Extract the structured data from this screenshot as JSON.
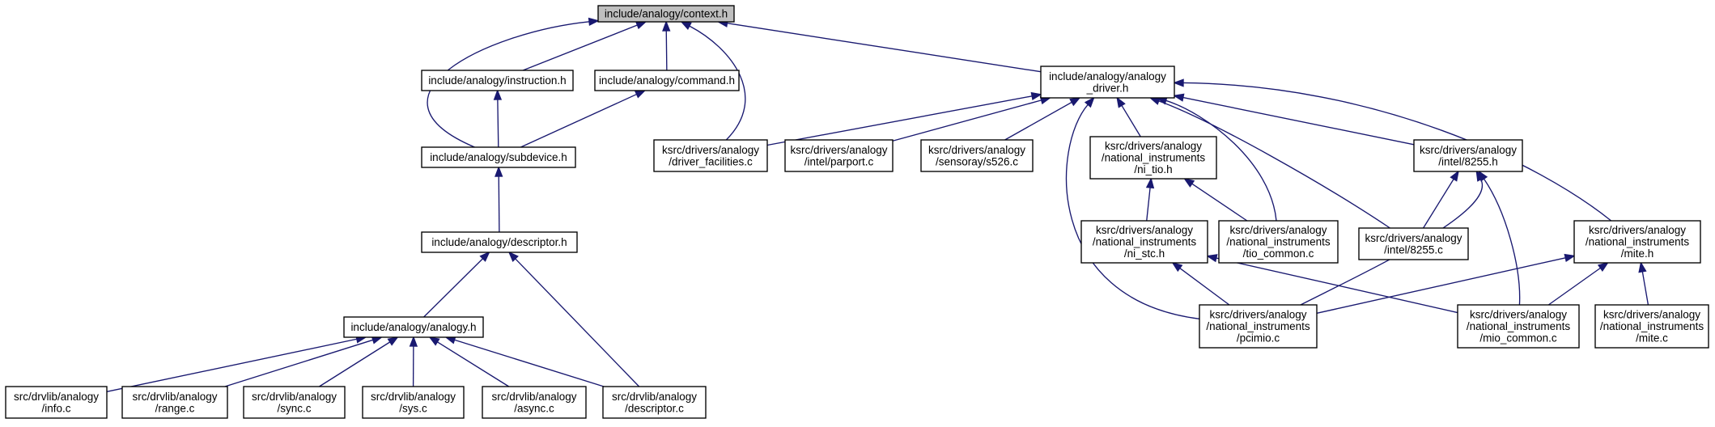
{
  "colors": {
    "edge": "#191970",
    "root_fill": "#bfbfbf",
    "node_fill": "#ffffff",
    "node_stroke": "#000000"
  },
  "nodes": {
    "context": {
      "lines": [
        "include/analogy/context.h"
      ]
    },
    "instruction": {
      "lines": [
        "include/analogy/instruction.h"
      ]
    },
    "command": {
      "lines": [
        "include/analogy/command.h"
      ]
    },
    "subdevice": {
      "lines": [
        "include/analogy/subdevice.h"
      ]
    },
    "descriptor_h": {
      "lines": [
        "include/analogy/descriptor.h"
      ]
    },
    "analogy_h": {
      "lines": [
        "include/analogy/analogy.h"
      ]
    },
    "info_c": {
      "lines": [
        "src/drvlib/analogy",
        "/info.c"
      ]
    },
    "range_c": {
      "lines": [
        "src/drvlib/analogy",
        "/range.c"
      ]
    },
    "sync_c": {
      "lines": [
        "src/drvlib/analogy",
        "/sync.c"
      ]
    },
    "sys_c": {
      "lines": [
        "src/drvlib/analogy",
        "/sys.c"
      ]
    },
    "async_c": {
      "lines": [
        "src/drvlib/analogy",
        "/async.c"
      ]
    },
    "descriptor_c": {
      "lines": [
        "src/drvlib/analogy",
        "/descriptor.c"
      ]
    },
    "driver_h": {
      "lines": [
        "include/analogy/analogy",
        "_driver.h"
      ]
    },
    "facilities": {
      "lines": [
        "ksrc/drivers/analogy",
        "/driver_facilities.c"
      ]
    },
    "parport": {
      "lines": [
        "ksrc/drivers/analogy",
        "/intel/parport.c"
      ]
    },
    "s526": {
      "lines": [
        "ksrc/drivers/analogy",
        "/sensoray/s526.c"
      ]
    },
    "ni_tio": {
      "lines": [
        "ksrc/drivers/analogy",
        "/national_instruments",
        "/ni_tio.h"
      ]
    },
    "i8255_h": {
      "lines": [
        "ksrc/drivers/analogy",
        "/intel/8255.h"
      ]
    },
    "ni_stc": {
      "lines": [
        "ksrc/drivers/analogy",
        "/national_instruments",
        "/ni_stc.h"
      ]
    },
    "tio_common": {
      "lines": [
        "ksrc/drivers/analogy",
        "/national_instruments",
        "/tio_common.c"
      ]
    },
    "i8255_c": {
      "lines": [
        "ksrc/drivers/analogy",
        "/intel/8255.c"
      ]
    },
    "mite_h": {
      "lines": [
        "ksrc/drivers/analogy",
        "/national_instruments",
        "/mite.h"
      ]
    },
    "pcimio": {
      "lines": [
        "ksrc/drivers/analogy",
        "/national_instruments",
        "/pcimio.c"
      ]
    },
    "mio_common": {
      "lines": [
        "ksrc/drivers/analogy",
        "/national_instruments",
        "/mio_common.c"
      ]
    },
    "mite_c": {
      "lines": [
        "ksrc/drivers/analogy",
        "/national_instruments",
        "/mite.c"
      ]
    }
  },
  "edges": [
    [
      "instruction",
      "context"
    ],
    [
      "command",
      "context"
    ],
    [
      "subdevice",
      "context"
    ],
    [
      "facilities",
      "context"
    ],
    [
      "driver_h",
      "context"
    ],
    [
      "subdevice",
      "instruction"
    ],
    [
      "subdevice",
      "command"
    ],
    [
      "descriptor_h",
      "subdevice"
    ],
    [
      "analogy_h",
      "descriptor_h"
    ],
    [
      "descriptor_c",
      "descriptor_h"
    ],
    [
      "info_c",
      "analogy_h"
    ],
    [
      "range_c",
      "analogy_h"
    ],
    [
      "sync_c",
      "analogy_h"
    ],
    [
      "sys_c",
      "analogy_h"
    ],
    [
      "async_c",
      "analogy_h"
    ],
    [
      "descriptor_c",
      "analogy_h"
    ],
    [
      "facilities",
      "driver_h"
    ],
    [
      "parport",
      "driver_h"
    ],
    [
      "s526",
      "driver_h"
    ],
    [
      "ni_tio",
      "driver_h"
    ],
    [
      "tio_common",
      "driver_h"
    ],
    [
      "i8255_c",
      "driver_h"
    ],
    [
      "i8255_h",
      "driver_h"
    ],
    [
      "mite_h",
      "driver_h"
    ],
    [
      "pcimio",
      "driver_h"
    ],
    [
      "ni_stc",
      "ni_tio"
    ],
    [
      "tio_common",
      "ni_tio"
    ],
    [
      "pcimio",
      "ni_stc"
    ],
    [
      "mio_common",
      "ni_stc"
    ],
    [
      "i8255_c",
      "i8255_h"
    ],
    [
      "pcimio",
      "i8255_h"
    ],
    [
      "mio_common",
      "i8255_h"
    ],
    [
      "pcimio",
      "mite_h"
    ],
    [
      "mio_common",
      "mite_h"
    ],
    [
      "mite_c",
      "mite_h"
    ]
  ]
}
